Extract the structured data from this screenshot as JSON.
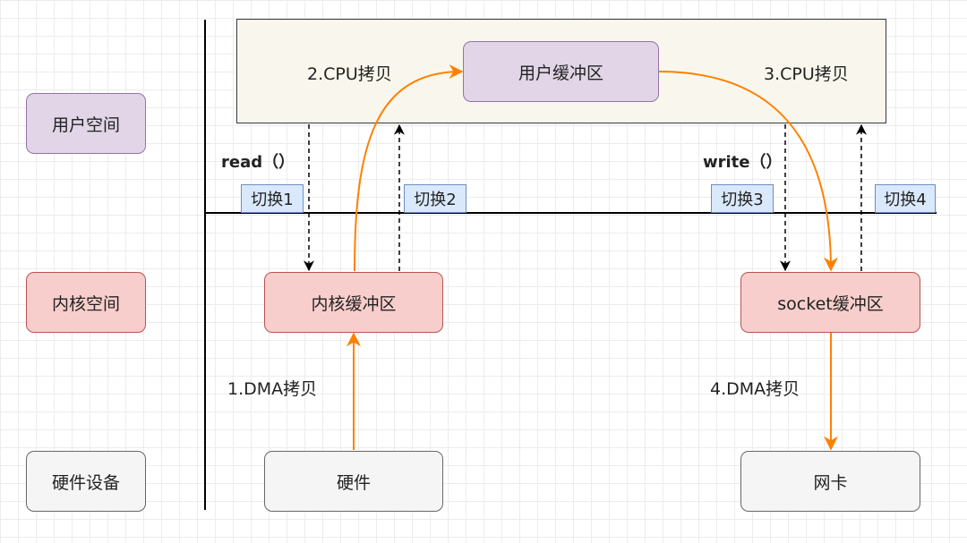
{
  "left_labels": {
    "user_space": "用户空间",
    "kernel_space": "内核空间",
    "hardware_device": "硬件设备"
  },
  "boxes": {
    "user_buffer": "用户缓冲区",
    "kernel_buffer": "内核缓冲区",
    "socket_buffer": "socket缓冲区",
    "hardware": "硬件",
    "nic": "网卡"
  },
  "copy_labels": {
    "cpu_copy_2": "2.CPU拷贝",
    "cpu_copy_3": "3.CPU拷贝",
    "dma_copy_1": "1.DMA拷贝",
    "dma_copy_4": "4.DMA拷贝"
  },
  "calls": {
    "read": "read（）",
    "write": "write（）"
  },
  "switches": {
    "s1": "切换1",
    "s2": "切换2",
    "s3": "切换3",
    "s4": "切换4"
  },
  "colors": {
    "orange_arrow": "#ff8000",
    "purple_fill": "#e1d5e7",
    "purple_stroke": "#9673a6",
    "red_fill": "#f8cecc",
    "red_stroke": "#b85450",
    "gray_fill": "#f5f5f5",
    "gray_stroke": "#666666",
    "blue_fill": "#dae8fc",
    "blue_stroke": "#6c8ebf",
    "userspace_fill": "#f9f7ed"
  }
}
